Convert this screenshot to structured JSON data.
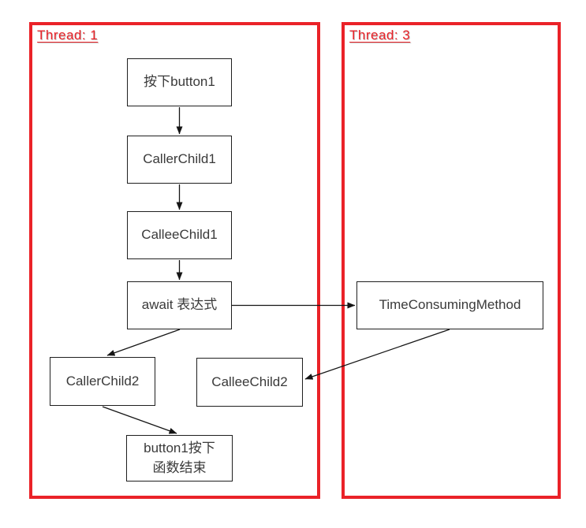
{
  "colors": {
    "accent_red": "#ea2228",
    "box_border": "#1f1f1f",
    "node_text": "#3a3a3a"
  },
  "threads": [
    {
      "label": "Thread: 1"
    },
    {
      "label": "Thread: 3"
    }
  ],
  "nodes": {
    "press_button1": "按下button1",
    "caller_child1": "CallerChild1",
    "callee_child1": "CalleeChild1",
    "await_expr": "await 表达式",
    "caller_child2": "CallerChild2",
    "callee_child2": "CalleeChild2",
    "time_consuming": "TimeConsumingMethod",
    "end_line1": "button1按下",
    "end_line2": "函数结束"
  },
  "edges": [
    {
      "from": "按下button1",
      "to": "CallerChild1"
    },
    {
      "from": "CallerChild1",
      "to": "CalleeChild1"
    },
    {
      "from": "CalleeChild1",
      "to": "await 表达式"
    },
    {
      "from": "await 表达式",
      "to": "TimeConsumingMethod"
    },
    {
      "from": "await 表达式",
      "to": "CallerChild2"
    },
    {
      "from": "TimeConsumingMethod",
      "to": "CalleeChild2"
    },
    {
      "from": "CallerChild2",
      "to": "button1按下函数结束"
    }
  ]
}
